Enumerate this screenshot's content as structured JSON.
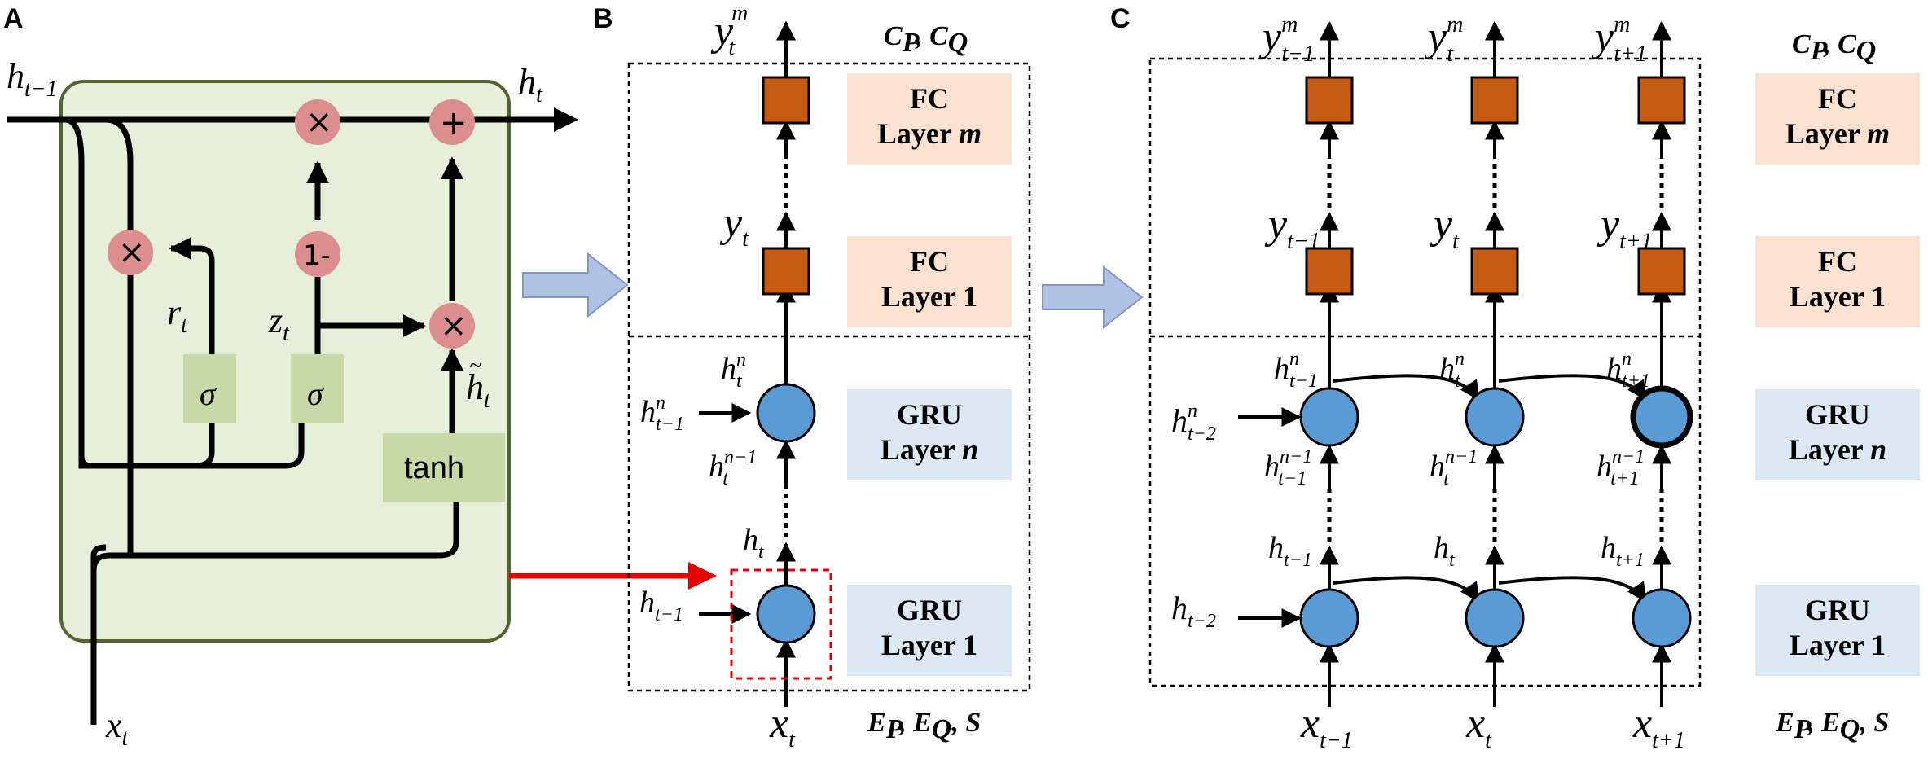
{
  "panels": {
    "a": {
      "label": "A",
      "h_prev": {
        "base": "h",
        "sub": "t−1"
      },
      "h_out": {
        "base": "h",
        "sub": "t"
      },
      "x_in": {
        "base": "x",
        "sub": "t"
      },
      "r_gate": {
        "base": "r",
        "sub": "t"
      },
      "z_gate": {
        "base": "z",
        "sub": "t"
      },
      "h_tilde": {
        "base": "h",
        "tilde": "~",
        "sub": "t"
      },
      "sigma": "σ",
      "tanh": "tanh",
      "times": "×",
      "plus": "+",
      "one_minus": "1-"
    },
    "b": {
      "label": "B",
      "top_vars": "C",
      "top_vars_full": [
        "C",
        "P",
        ", C",
        "Q"
      ],
      "bottom_vars_full": [
        "E",
        "P",
        ", E",
        "Q",
        ", S"
      ],
      "fc_m": {
        "line1": "FC",
        "line2a": "Layer ",
        "line2b": "m"
      },
      "fc_1": {
        "line1": "FC",
        "line2": "Layer 1"
      },
      "gru_n": {
        "line1": "GRU",
        "line2a": "Layer ",
        "line2b": "n"
      },
      "gru_1": {
        "line1": "GRU",
        "line2": "Layer 1"
      },
      "y_m": {
        "base": "y",
        "sup": "m",
        "sub": "t"
      },
      "y_t": {
        "base": "y",
        "sub": "t"
      },
      "h_n": {
        "base": "h",
        "sup": "n",
        "sub": "t"
      },
      "h_n_prev": {
        "base": "h",
        "sup": "n",
        "sub": "t−1"
      },
      "h_n1": {
        "base": "h",
        "sup": "n−1",
        "sub": "t"
      },
      "h_t": {
        "base": "h",
        "sub": "t"
      },
      "h_prev": {
        "base": "h",
        "sub": "t−1"
      },
      "x_t": {
        "base": "x",
        "sub": "t"
      }
    },
    "c": {
      "label": "C",
      "top_vars_full": [
        "C",
        "P",
        ", C",
        "Q"
      ],
      "bottom_vars_full": [
        "E",
        "P",
        ", E",
        "Q",
        ", S"
      ],
      "fc_m": {
        "line1": "FC",
        "line2a": "Layer ",
        "line2b": "m"
      },
      "fc_1": {
        "line1": "FC",
        "line2": "Layer 1"
      },
      "gru_n": {
        "line1": "GRU",
        "line2a": "Layer ",
        "line2b": "n"
      },
      "gru_1": {
        "line1": "GRU",
        "line2": "Layer 1"
      },
      "columns": [
        {
          "y_m_sub": "t−1",
          "y_sub": "t−1",
          "hn_sub": "t−1",
          "hn1_sub": "t−1",
          "h_sub": "t−1",
          "x_sub": "t−1"
        },
        {
          "y_m_sub": "t",
          "y_sub": "t",
          "hn_sub": "t",
          "hn1_sub": "t",
          "h_sub": "t",
          "x_sub": "t"
        },
        {
          "y_m_sub": "t+1",
          "y_sub": "t+1",
          "hn_sub": "t+1",
          "hn1_sub": "t+1",
          "h_sub": "t+1",
          "x_sub": "t+1"
        }
      ],
      "h_n_left": {
        "base": "h",
        "sup": "n",
        "sub": "t−2"
      },
      "h_left": {
        "base": "h",
        "sub": "t−2"
      },
      "sup_m": "m",
      "sup_n": "n",
      "sup_n1": "n−1"
    }
  },
  "colors": {
    "cell_bg": "#e6efd9",
    "cell_border": "#52652f",
    "gate_box": "#c7d9a6",
    "op_circle": "#dc8e8e",
    "fc_node": "#c55a11",
    "fc_box": "#fbe2d0",
    "gru_node": "#5b9bd5",
    "gru_box": "#dce8f4",
    "big_arrow": "#aec3e3",
    "red_arrow": "#e60000"
  }
}
